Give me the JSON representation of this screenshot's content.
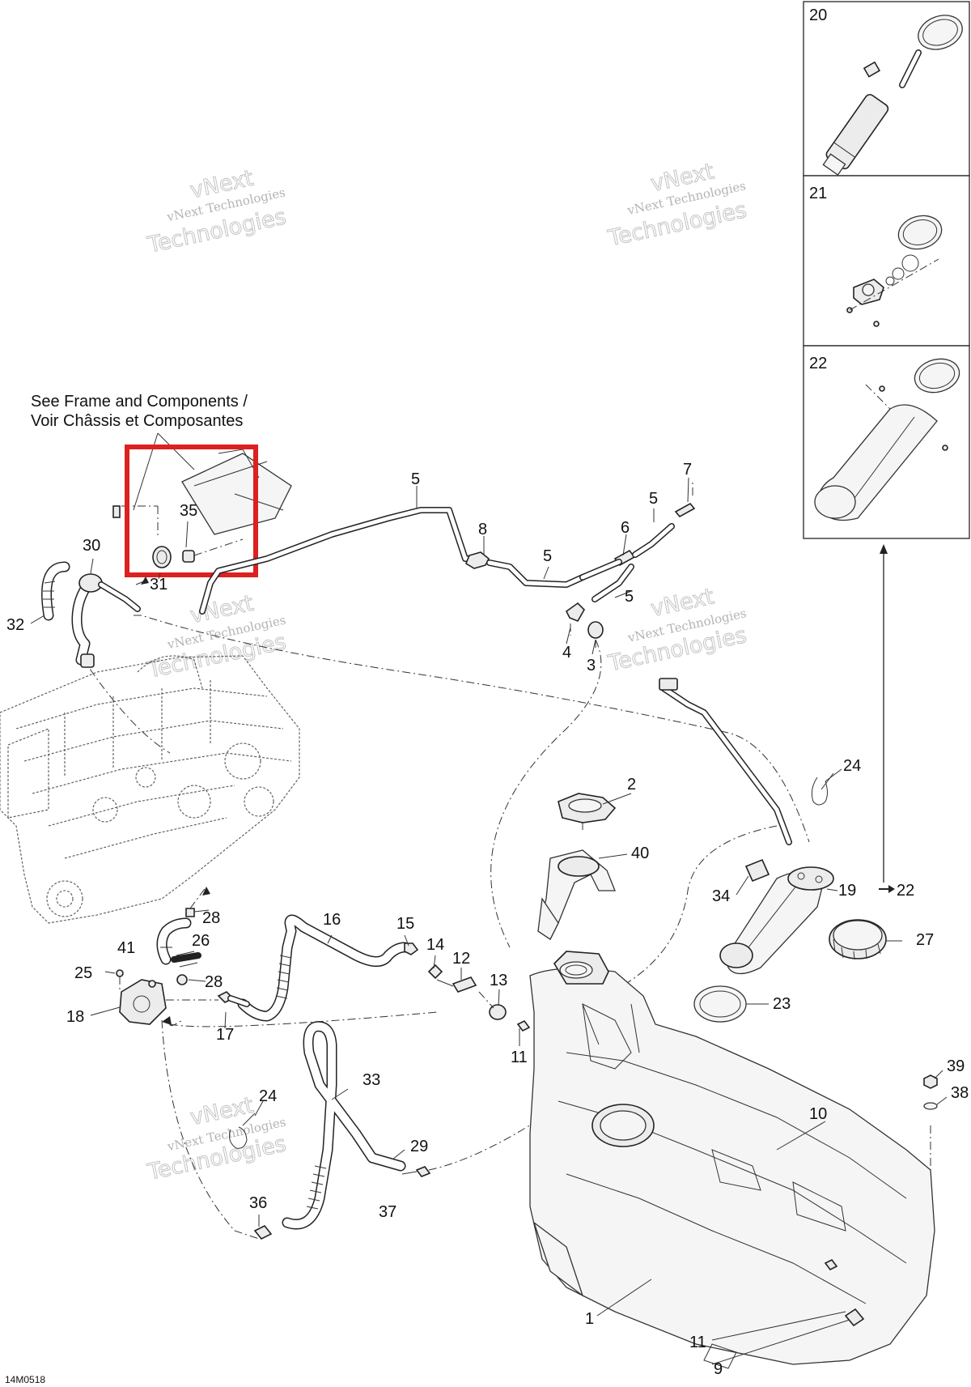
{
  "note": {
    "line1": "See Frame and Components /",
    "line2": "Voir Châssis et Composantes"
  },
  "figure_code": "14M0518",
  "watermark": {
    "line1": "vNext Technologies",
    "line2": "Technologies",
    "line3": "vNext"
  },
  "callouts": {
    "c1": "1",
    "c2": "2",
    "c3": "3",
    "c4": "4",
    "c5a": "5",
    "c5b": "5",
    "c5c": "5",
    "c5d": "5",
    "c6": "6",
    "c7": "7",
    "c8": "8",
    "c9": "9",
    "c10": "10",
    "c11a": "11",
    "c11b": "11",
    "c12": "12",
    "c13": "13",
    "c14": "14",
    "c15": "15",
    "c16": "16",
    "c17": "17",
    "c18": "18",
    "c19": "19",
    "c22ref": "22",
    "c20": "20",
    "c21": "21",
    "c22": "22",
    "c23": "23",
    "c24a": "24",
    "c24b": "24",
    "c25": "25",
    "c26": "26",
    "c27": "27",
    "c28a": "28",
    "c28b": "28",
    "c29": "29",
    "c30": "30",
    "c31": "31",
    "c32": "32",
    "c33": "33",
    "c34": "34",
    "c35": "35",
    "c36": "36",
    "c37": "37",
    "c38": "38",
    "c39": "39",
    "c40": "40",
    "c41": "41"
  },
  "highlight_color": "#dd2020"
}
